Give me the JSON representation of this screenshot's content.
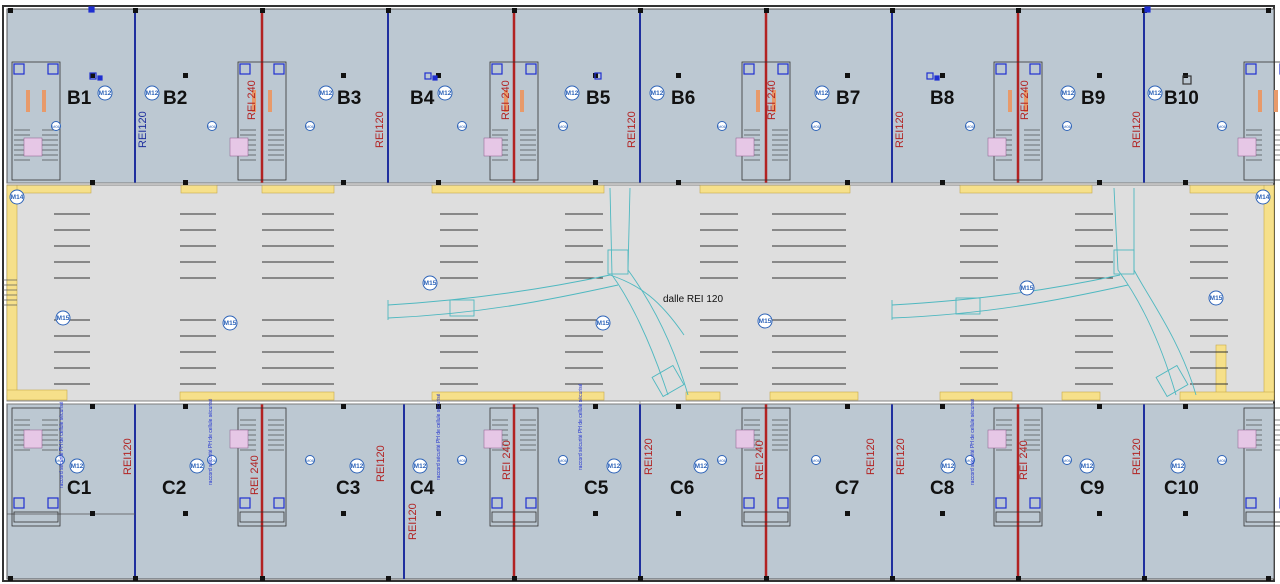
{
  "plan": {
    "slab_label": "dalle REI 120",
    "top_cells": [
      "B1",
      "B2",
      "B3",
      "B4",
      "B5",
      "B6",
      "B7",
      "B8",
      "B9",
      "B10"
    ],
    "bottom_cells": [
      "C1",
      "C2",
      "C3",
      "C4",
      "C5",
      "C6",
      "C7",
      "C8",
      "C9",
      "C10"
    ],
    "fire_labels": {
      "rei120": "REI120",
      "rei240": "REI 240"
    },
    "markers": {
      "m12": "M12",
      "m14": "M14",
      "m15": "M15",
      "m15b": "M15",
      "m06": "M06"
    },
    "colors": {
      "cell_fill": "#bcc8d2",
      "circulation_fill": "#dedede",
      "red_wall": "#b22222",
      "blue_wall": "#1f2f9e",
      "yellow_band": "#f6e08a",
      "vehicle_path": "#4fb8c0",
      "marker": "#2d63b8"
    },
    "note": "raccord sécurité PH de cellule sécurisé"
  }
}
